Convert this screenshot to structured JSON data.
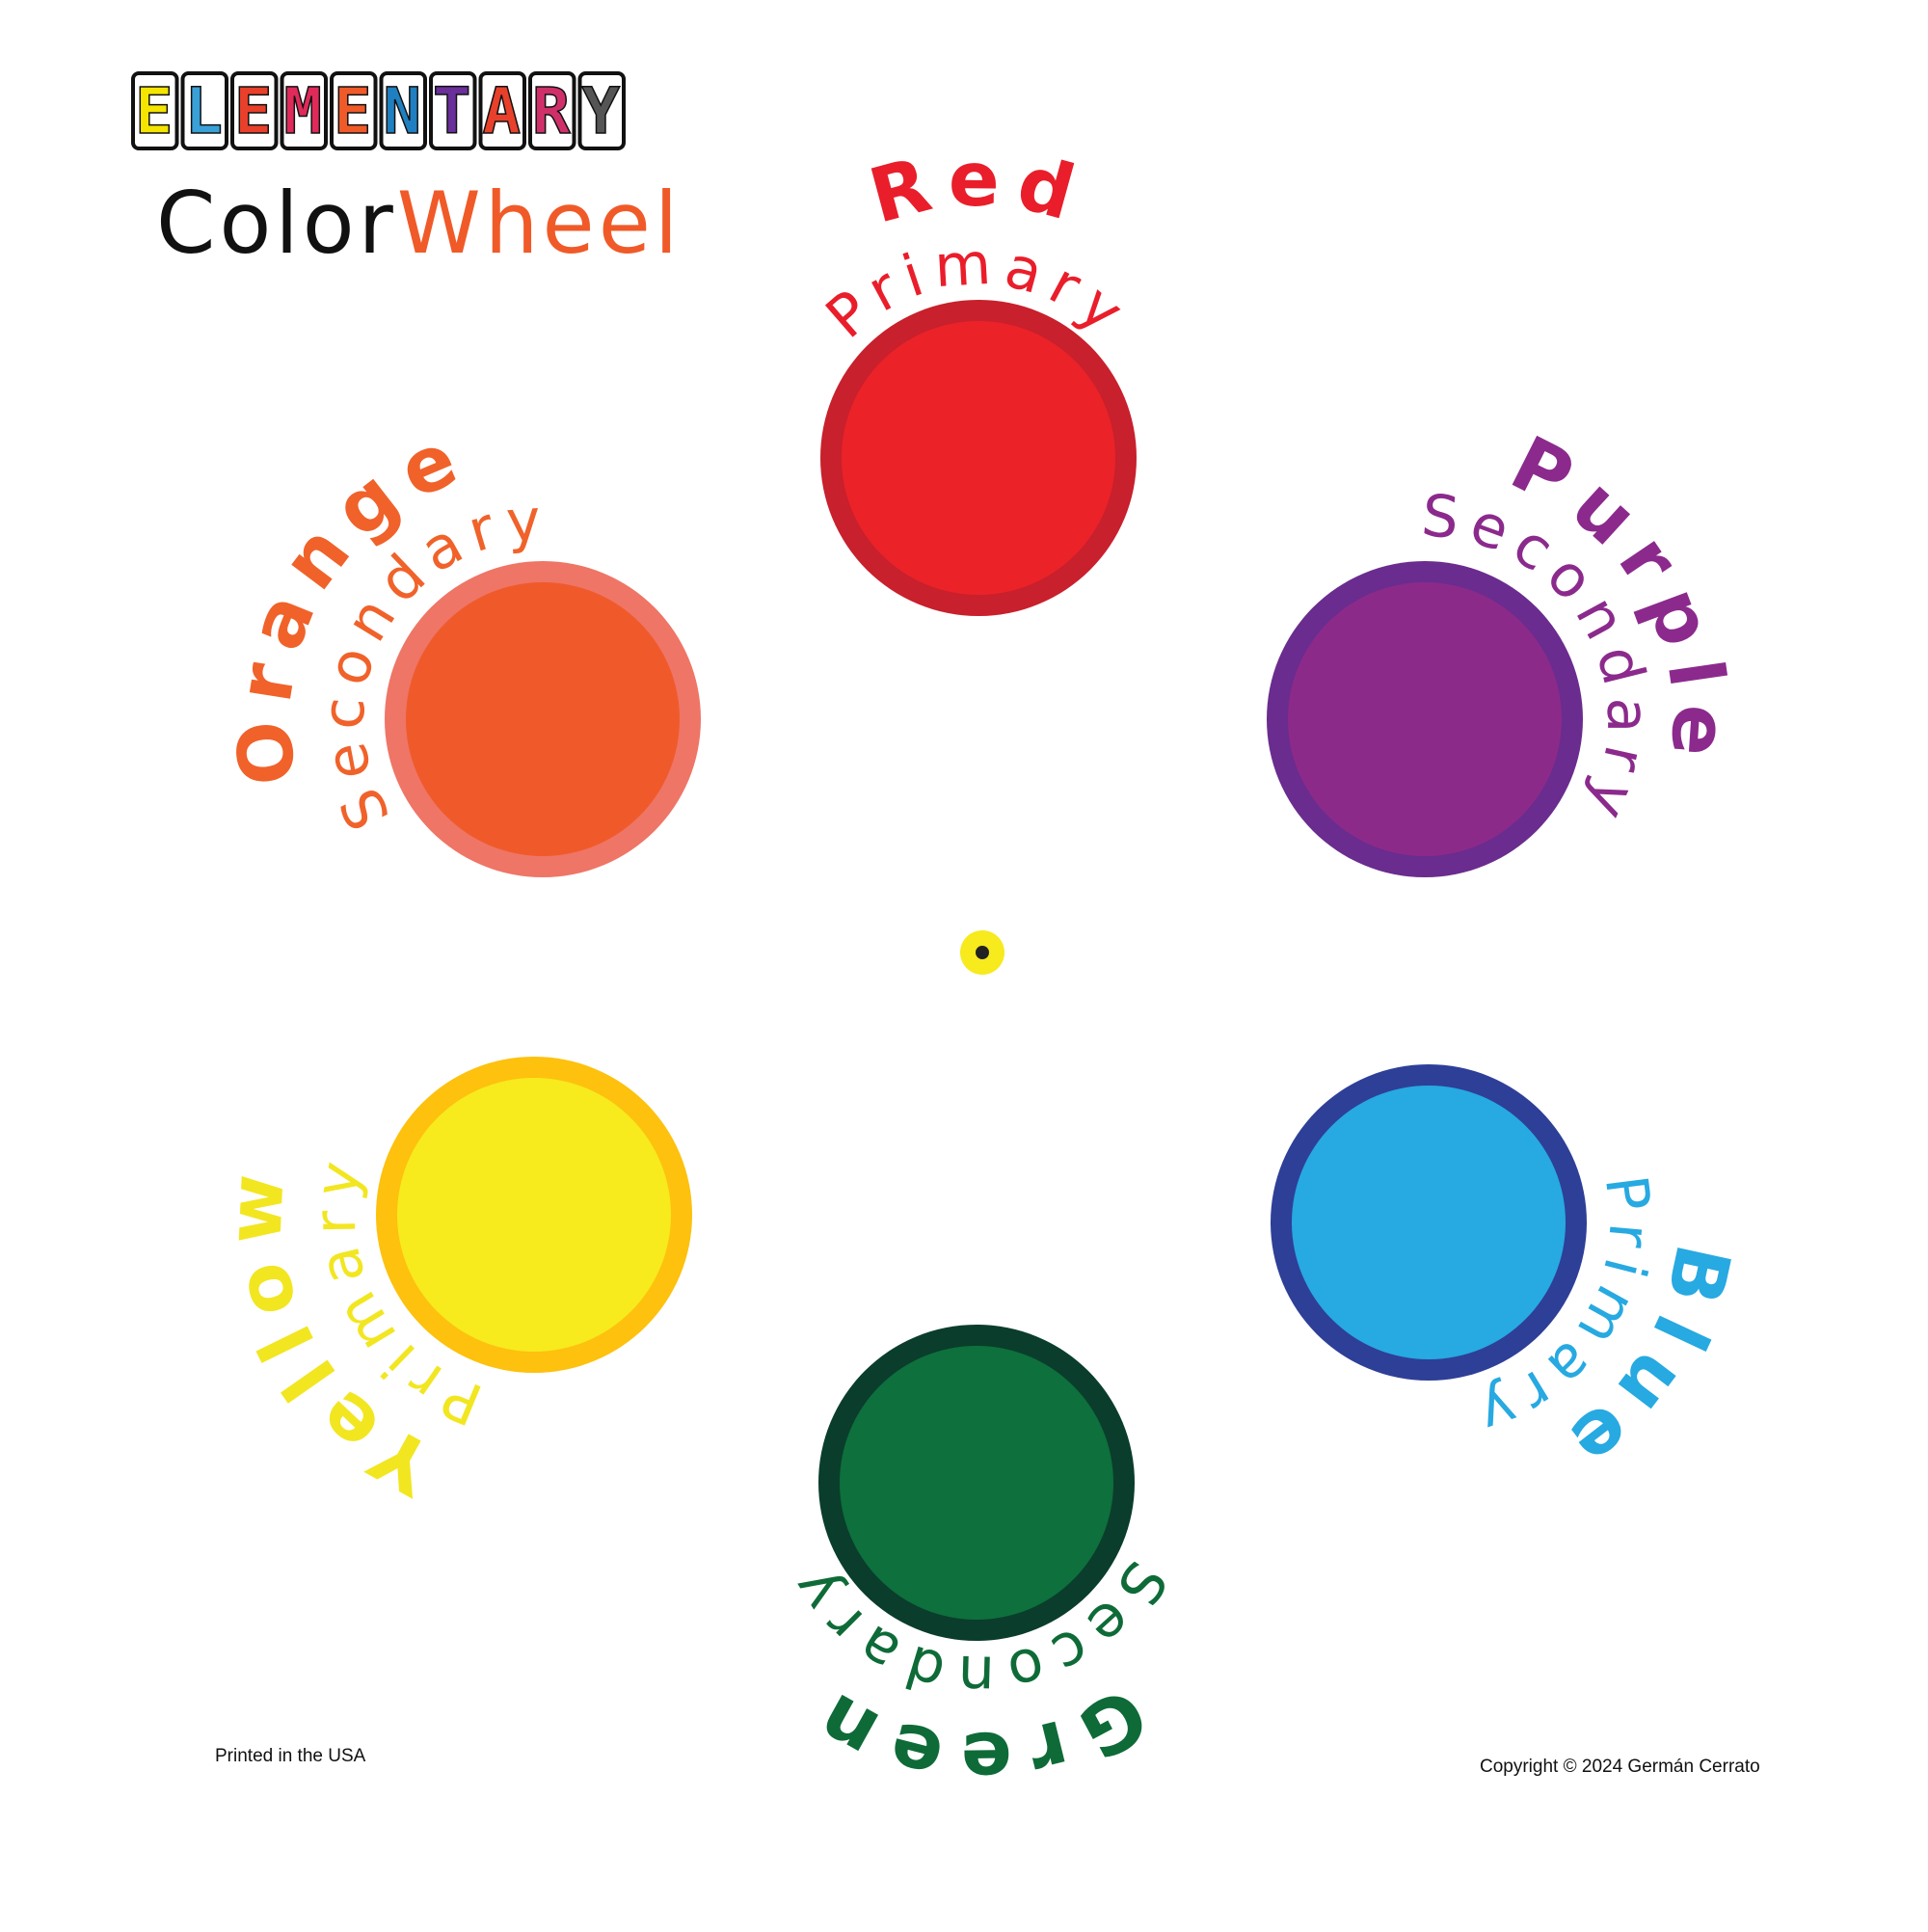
{
  "title": {
    "word": "ELEMENTARY",
    "letter_colors": [
      "#f4e400",
      "#3aa0d8",
      "#e8402a",
      "#e02a5a",
      "#f05a28",
      "#1f7fc0",
      "#6a2f9a",
      "#e8402a",
      "#d0306a",
      "#555555"
    ],
    "subtitle_dark": "Color",
    "subtitle_accent": "Wheel",
    "subtitle_dark_color": "#111111",
    "subtitle_accent_color": "#f05a28"
  },
  "colors": [
    {
      "name": "Red",
      "type": "Primary",
      "fill": "#ec2229",
      "ring": "#c8202c",
      "label_color": "#e91e2a"
    },
    {
      "name": "Purple",
      "type": "Secondary",
      "fill": "#8c2a8a",
      "ring": "#6a2c8e",
      "label_color": "#8b2a8c"
    },
    {
      "name": "Blue",
      "type": "Primary",
      "fill": "#27a9e1",
      "ring": "#2e3f98",
      "label_color": "#27a9e1"
    },
    {
      "name": "Green",
      "type": "Secondary",
      "fill": "#0e703c",
      "ring": "#0a3d2c",
      "label_color": "#0e6b38"
    },
    {
      "name": "Yellow",
      "type": "Primary",
      "fill": "#f7ea1d",
      "ring": "#fdc10e",
      "label_color": "#f2e620"
    },
    {
      "name": "Orange",
      "type": "Secondary",
      "fill": "#f05a2b",
      "ring": "#ef7566",
      "label_color": "#f0622a"
    }
  ],
  "center_pin": {
    "fill": "#f7ea1d",
    "dot": "#222222"
  },
  "footer": {
    "left": "Printed in the USA",
    "right": "Copyright © 2024 Germán Cerrato"
  }
}
